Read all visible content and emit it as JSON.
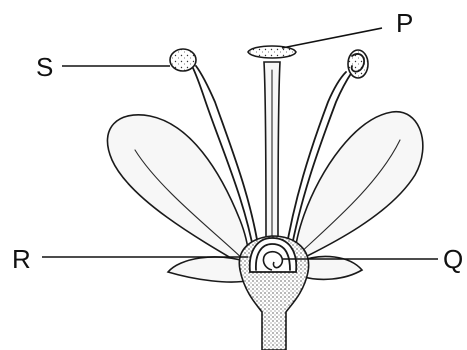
{
  "diagram": {
    "labels": {
      "p": "P",
      "q": "Q",
      "r": "R",
      "s": "S"
    },
    "colors": {
      "ink": "#1a1a1a",
      "background": "#ffffff",
      "petal_fill": "#f7f7f7"
    }
  }
}
